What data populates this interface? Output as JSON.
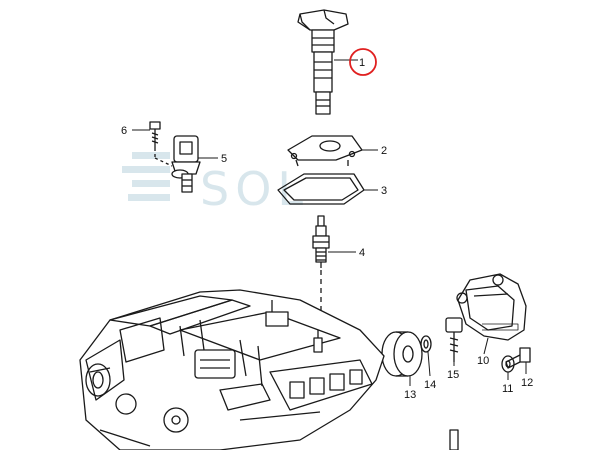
{
  "diagram": {
    "callouts": [
      {
        "id": "1",
        "text": "1"
      },
      {
        "id": "2",
        "text": "2"
      },
      {
        "id": "3",
        "text": "3"
      },
      {
        "id": "4",
        "text": "4"
      },
      {
        "id": "5",
        "text": "5"
      },
      {
        "id": "6",
        "text": "6"
      },
      {
        "id": "10",
        "text": "10"
      },
      {
        "id": "11",
        "text": "11"
      },
      {
        "id": "12",
        "text": "12"
      },
      {
        "id": "13",
        "text": "13"
      },
      {
        "id": "14",
        "text": "14"
      },
      {
        "id": "15",
        "text": "15"
      }
    ],
    "highlighted_callout": "1",
    "watermark": "SOL",
    "colors": {
      "line": "#1a1a1a",
      "highlight": "#e02020",
      "watermark": "#b9d3de"
    }
  }
}
